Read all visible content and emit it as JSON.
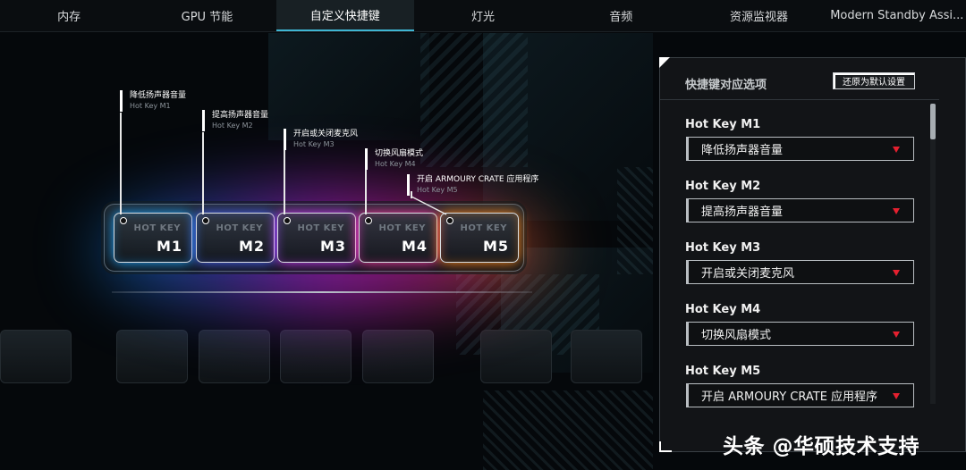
{
  "tabs": [
    {
      "label": "内存",
      "active": false
    },
    {
      "label": "GPU 节能",
      "active": false
    },
    {
      "label": "自定义快捷键",
      "active": true
    },
    {
      "label": "灯光",
      "active": false
    },
    {
      "label": "音频",
      "active": false
    },
    {
      "label": "资源监视器",
      "active": false
    },
    {
      "label": "Modern Standby Assi...",
      "active": false
    }
  ],
  "hotkeys": [
    {
      "top": "HOT KEY",
      "name": "M1",
      "glow_color": "#1fa6ff",
      "label": "降低扬声器音量",
      "sub": "Hot Key M1"
    },
    {
      "top": "HOT KEY",
      "name": "M2",
      "glow_color": "#4a66ff",
      "label": "提高扬声器音量",
      "sub": "Hot Key M2"
    },
    {
      "top": "HOT KEY",
      "name": "M3",
      "glow_color": "#d03cff",
      "label": "开启或关闭麦克风",
      "sub": "Hot Key M3"
    },
    {
      "top": "HOT KEY",
      "name": "M4",
      "glow_color": "#ff3ca8",
      "label": "切换风扇模式",
      "sub": "Hot Key M4"
    },
    {
      "top": "HOT KEY",
      "name": "M5",
      "glow_color": "#ff8a1a",
      "label": "开启 ARMOURY CRATE 应用程序",
      "sub": "Hot Key M5"
    }
  ],
  "panel": {
    "title": "快捷键对应选项",
    "reset_label": "还原为默认设置",
    "items": [
      {
        "label": "Hot Key M1",
        "value": "降低扬声器音量"
      },
      {
        "label": "Hot Key M2",
        "value": "提高扬声器音量"
      },
      {
        "label": "Hot Key M3",
        "value": "开启或关闭麦克风"
      },
      {
        "label": "Hot Key M4",
        "value": "切换风扇模式"
      },
      {
        "label": "Hot Key M5",
        "value": "开启 ARMOURY CRATE 应用程序"
      }
    ]
  },
  "watermark": "头条 @华硕技术支持"
}
